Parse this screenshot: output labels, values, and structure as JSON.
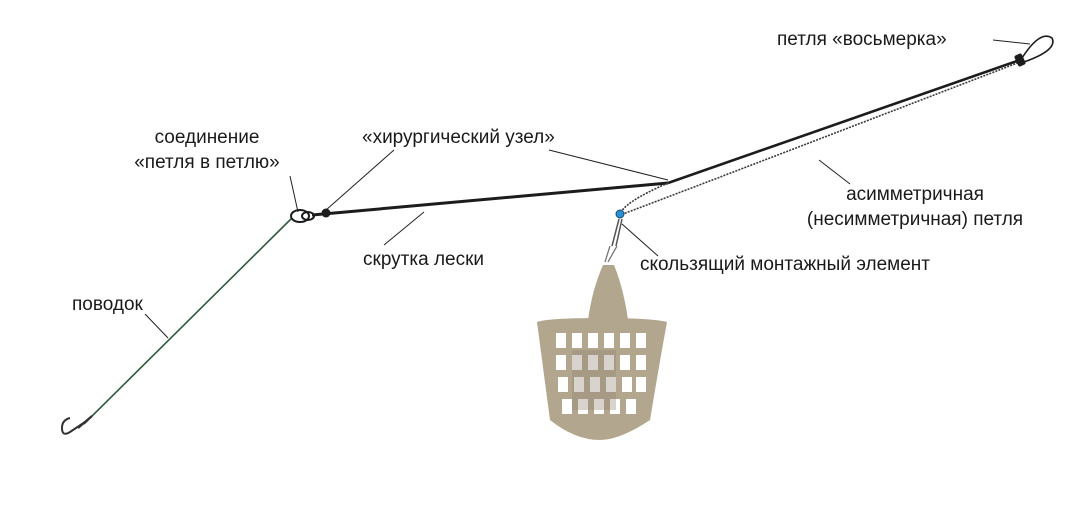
{
  "labels": {
    "figure_eight_loop": "петля «восьмерка»",
    "loop_connection_line1": "соединение",
    "loop_connection_line2": "«петля в петлю»",
    "surgeon_knot": "«хирургический узел»",
    "asym_loop_line1": "асимметричная",
    "asym_loop_line2": "(несимметричная) петля",
    "line_twist": "скрутка лески",
    "sliding_element": "скользящий монтажный элемент",
    "leader": "поводок"
  },
  "colors": {
    "main_line": "#1c1c1c",
    "leader_line": "#2f5a3c",
    "feeder_body": "#b3a68f",
    "feeder_shade": "#8e8370",
    "bead": "#2b8fd6",
    "callout": "#222222"
  },
  "icons": {
    "hook": "hook-icon",
    "feeder": "feeder-cage-icon",
    "swivel": "swivel-icon"
  }
}
